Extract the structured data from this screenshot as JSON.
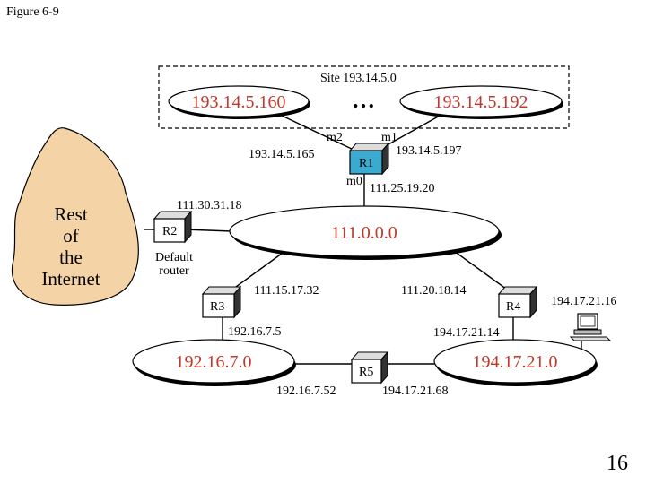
{
  "figure_label": "Figure  6-9",
  "page_number": "16",
  "site_label": "Site 193.14.5.0",
  "ellipsis": "…",
  "colors": {
    "network_text": "#c0392b",
    "cloud": "#f4d4a6",
    "r1_fill": "#3aaad0"
  },
  "networks": {
    "site_left": "193.14.5.160",
    "site_right": "193.14.5.192",
    "backbone": "111.0.0.0",
    "left_lan": "192.16.7.0",
    "right_lan": "194.17.21.0"
  },
  "routers": {
    "r1": "R1",
    "r2": "R2",
    "r3": "R3",
    "r4": "R4",
    "r5": "R5"
  },
  "internet_lines": [
    "Rest",
    "of",
    "the",
    "Internet"
  ],
  "default_router_lines": [
    "Default",
    "router"
  ],
  "interfaces": {
    "m0": "m0",
    "m1": "m1",
    "m2": "m2"
  },
  "addresses": {
    "r1_m2": "193.14.5.165",
    "r1_m1": "193.14.5.197",
    "r1_m0": "111.25.19.20",
    "r2": "111.30.31.18",
    "r3_top": "111.15.17.32",
    "r3_bottom": "192.16.7.5",
    "r4_top": "111.20.18.14",
    "r4_bottom": "194.17.21.14",
    "r5_left": "192.16.7.52",
    "r5_right": "194.17.21.68",
    "host": "194.17.21.16"
  }
}
